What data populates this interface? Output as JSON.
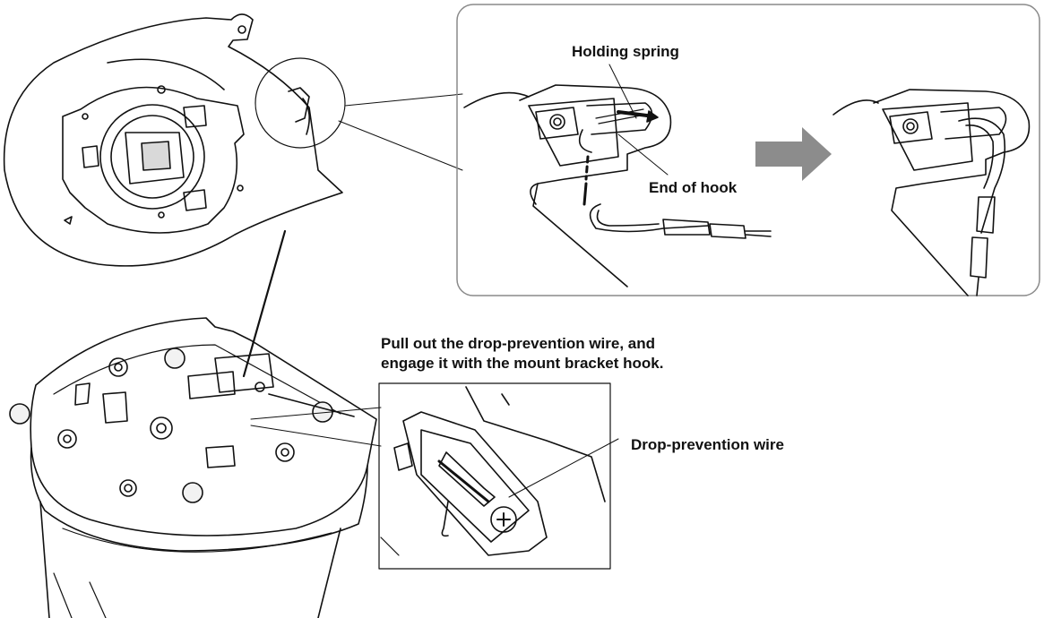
{
  "labels": {
    "holding_spring": "Holding spring",
    "end_of_hook": "End of hook",
    "drop_prevention_wire": "Drop-prevention wire"
  },
  "instruction": {
    "line1": "Pull out the drop-prevention wire, and",
    "line2": "engage it with the mount bracket hook."
  },
  "colors": {
    "line": "#111111",
    "panel_border": "#8a8a8a",
    "arrow": "#8c8c8c",
    "shade": "#d9d9d9"
  }
}
